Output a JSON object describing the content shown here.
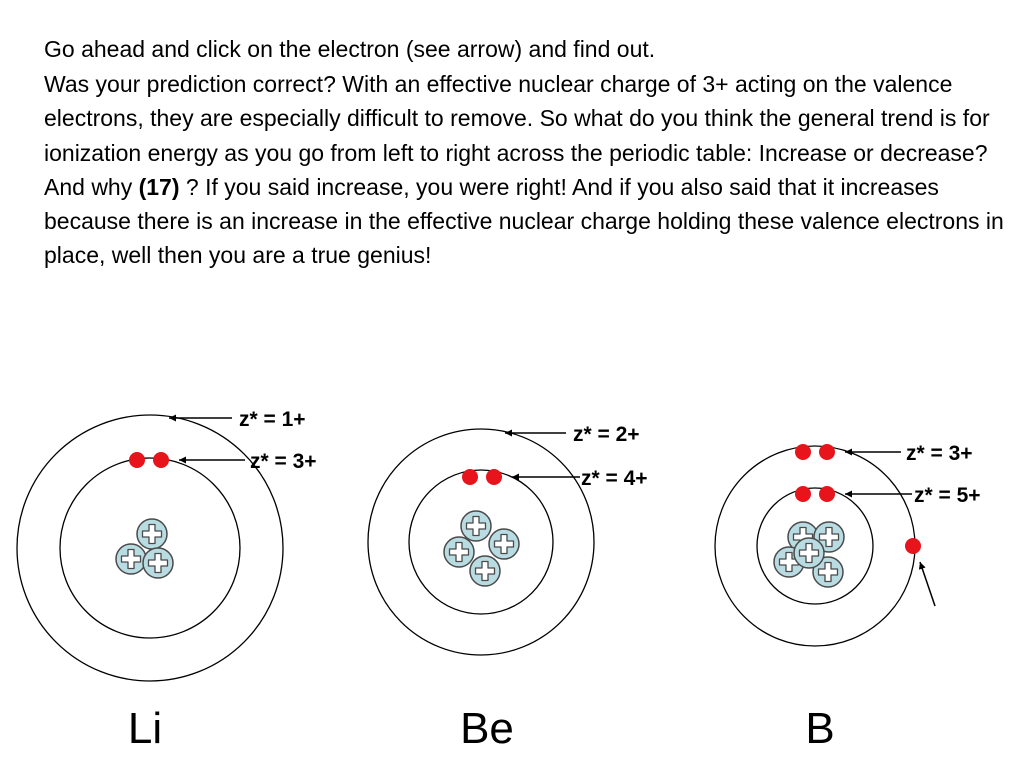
{
  "text": {
    "line1": "Go ahead and click on the electron (see arrow) and find out.",
    "para_a": "Was your prediction correct?  With an effective nuclear charge of 3+ acting on the valence electrons, they are especially difficult to remove. So what do you think the general trend is for ionization energy as you go from left to right across the periodic table: Increase or decrease? And why ",
    "para_ref": "(17)",
    "para_b": " ?  If you said increase, you were right!  And if you also said that it increases because there is an increase in the effective nuclear charge holding these valence electrons in place, well then you are a true genius!"
  },
  "atoms": [
    {
      "element": "Li",
      "outer_label": "z* = 1+",
      "inner_label": "z* = 3+"
    },
    {
      "element": "Be",
      "outer_label": "z* = 2+",
      "inner_label": "z* = 4+"
    },
    {
      "element": "B",
      "outer_label": "z* = 3+",
      "inner_label": "z* = 5+"
    }
  ],
  "colors": {
    "electron": "#e8141c",
    "proton_fill": "#b9dce3",
    "proton_stroke": "#4a4a4a",
    "orbit": "#000000"
  }
}
